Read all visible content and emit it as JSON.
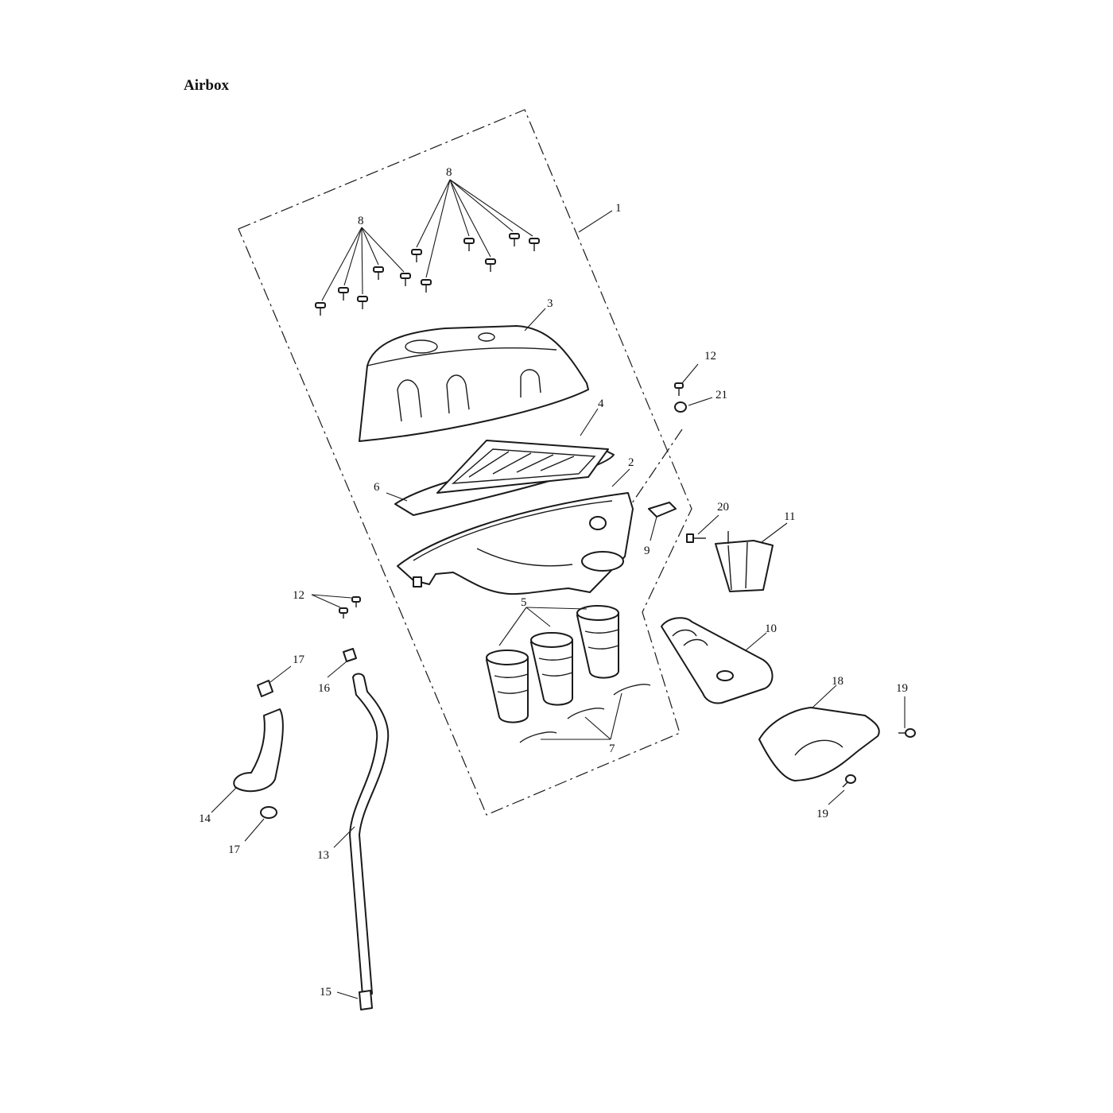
{
  "page": {
    "title": "Airbox"
  },
  "callouts": [
    "1",
    "2",
    "3",
    "4",
    "5",
    "6",
    "7",
    "8",
    "8",
    "9",
    "10",
    "11",
    "12",
    "12",
    "13",
    "14",
    "15",
    "16",
    "17",
    "17",
    "18",
    "19",
    "19",
    "20",
    "21"
  ],
  "colors": {
    "line": "#1a1a1a",
    "background": "#ffffff"
  }
}
